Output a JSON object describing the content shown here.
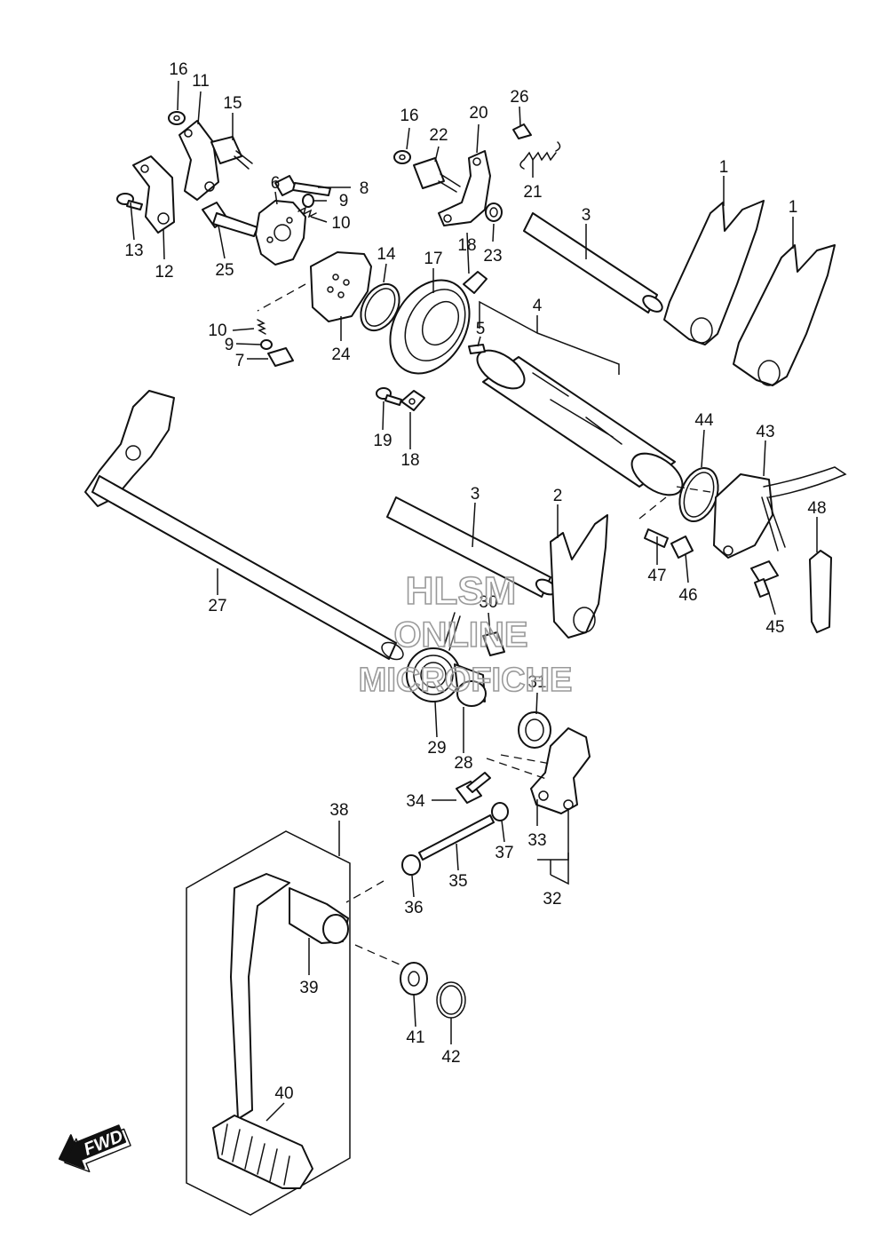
{
  "diagram": {
    "callouts": [
      {
        "id": "c16a",
        "text": "16"
      },
      {
        "id": "c11",
        "text": "11"
      },
      {
        "id": "c15",
        "text": "15"
      },
      {
        "id": "c13",
        "text": "13"
      },
      {
        "id": "c12",
        "text": "12"
      },
      {
        "id": "c6",
        "text": "6"
      },
      {
        "id": "c8",
        "text": "8"
      },
      {
        "id": "c9a",
        "text": "9"
      },
      {
        "id": "c10a",
        "text": "10"
      },
      {
        "id": "c25",
        "text": "25"
      },
      {
        "id": "c10b",
        "text": "10"
      },
      {
        "id": "c9b",
        "text": "9"
      },
      {
        "id": "c7",
        "text": "7"
      },
      {
        "id": "c24",
        "text": "24"
      },
      {
        "id": "c14",
        "text": "14"
      },
      {
        "id": "c17",
        "text": "17"
      },
      {
        "id": "c16b",
        "text": "16"
      },
      {
        "id": "c22",
        "text": "22"
      },
      {
        "id": "c20",
        "text": "20"
      },
      {
        "id": "c26",
        "text": "26"
      },
      {
        "id": "c21",
        "text": "21"
      },
      {
        "id": "c18a",
        "text": "18"
      },
      {
        "id": "c23",
        "text": "23"
      },
      {
        "id": "c3a",
        "text": "3"
      },
      {
        "id": "c1a",
        "text": "1"
      },
      {
        "id": "c1b",
        "text": "1"
      },
      {
        "id": "c4",
        "text": "4"
      },
      {
        "id": "c5",
        "text": "5"
      },
      {
        "id": "c19",
        "text": "19"
      },
      {
        "id": "c18b",
        "text": "18"
      },
      {
        "id": "c44",
        "text": "44"
      },
      {
        "id": "c43",
        "text": "43"
      },
      {
        "id": "c48",
        "text": "48"
      },
      {
        "id": "c3b",
        "text": "3"
      },
      {
        "id": "c2",
        "text": "2"
      },
      {
        "id": "c47",
        "text": "47"
      },
      {
        "id": "c46",
        "text": "46"
      },
      {
        "id": "c45",
        "text": "45"
      },
      {
        "id": "c27",
        "text": "27"
      },
      {
        "id": "c30",
        "text": "30"
      },
      {
        "id": "c31",
        "text": "31"
      },
      {
        "id": "c29",
        "text": "29"
      },
      {
        "id": "c28",
        "text": "28"
      },
      {
        "id": "c34",
        "text": "34"
      },
      {
        "id": "c33",
        "text": "33"
      },
      {
        "id": "c37",
        "text": "37"
      },
      {
        "id": "c38",
        "text": "38"
      },
      {
        "id": "c35",
        "text": "35"
      },
      {
        "id": "c32",
        "text": "32"
      },
      {
        "id": "c36",
        "text": "36"
      },
      {
        "id": "c39",
        "text": "39"
      },
      {
        "id": "c41",
        "text": "41"
      },
      {
        "id": "c42",
        "text": "42"
      },
      {
        "id": "c40",
        "text": "40"
      }
    ],
    "watermark": [
      "HLSM",
      "ONLINE",
      "MICROFICHE"
    ],
    "fwd_label": "FWD"
  }
}
